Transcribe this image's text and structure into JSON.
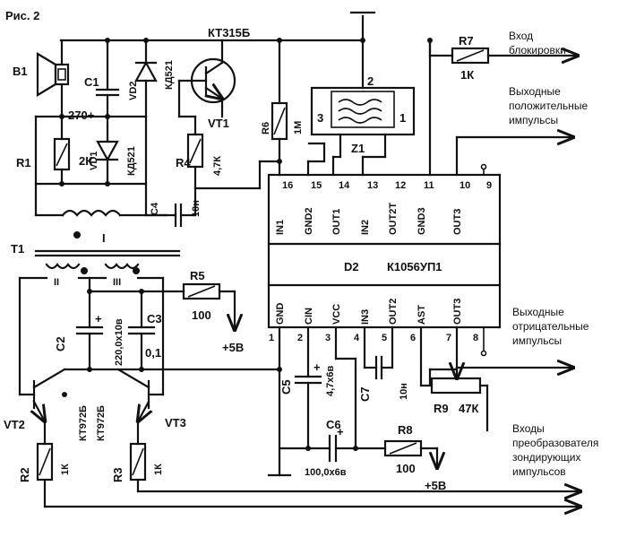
{
  "title": "Рис. 2",
  "ic": {
    "ref": "D2",
    "name": "К1056УП1",
    "top_pins": [
      {
        "num": "16",
        "name": "IN1"
      },
      {
        "num": "15",
        "name": "GND2"
      },
      {
        "num": "14",
        "name": "OUT1"
      },
      {
        "num": "13",
        "name": "IN2"
      },
      {
        "num": "12",
        "name": "OUT2T"
      },
      {
        "num": "11",
        "name": "GND3"
      },
      {
        "num": "10",
        "name": "OUT3"
      },
      {
        "num": "9",
        "name": ""
      }
    ],
    "bottom_pins": [
      {
        "num": "1",
        "name": "GND"
      },
      {
        "num": "2",
        "name": "CIN"
      },
      {
        "num": "3",
        "name": "VCC"
      },
      {
        "num": "4",
        "name": "IN3"
      },
      {
        "num": "5",
        "name": "OUT2"
      },
      {
        "num": "6",
        "name": "AST"
      },
      {
        "num": "7",
        "name": "OUT3"
      },
      {
        "num": "8",
        "name": ""
      }
    ]
  },
  "components": {
    "b1": "B1",
    "c1": "C1",
    "c1_val": "270+",
    "vd2": "VD2",
    "vd2_val": "КД521",
    "vd1": "VD1",
    "vd1_val": "КД521",
    "r1": "R1",
    "r1_val": "2К",
    "vt1_type": "КТ315Б",
    "vt1": "VT1",
    "r4": "R4",
    "r4_val": "4,7К",
    "c4": "C4",
    "c4_val": "10н",
    "r6": "R6",
    "r6_val": "1М",
    "z1": "Z1",
    "z1_p1": "1",
    "z1_p2": "2",
    "z1_p3": "3",
    "r7": "R7",
    "r7_val": "1К",
    "t1": "T1",
    "r5": "R5",
    "r5_val": "100",
    "r5_supply": "+5В",
    "c2": "C2",
    "c2_val": "220,0х10в",
    "c3": "C3",
    "c3_val": "0,1",
    "vt2": "VT2",
    "vt3": "VT3",
    "vt2_type": "КТ972Б",
    "vt3_type": "КТ972Б",
    "r2": "R2",
    "r2_val": "1К",
    "r3": "R3",
    "r3_val": "1К",
    "c5": "C5",
    "c5_val": "4,7х6в",
    "c7": "C7",
    "c7_val": "10н",
    "c6": "C6",
    "c6_val": "100,0х6в",
    "r8": "R8",
    "r8_val": "100",
    "r8_supply": "+5В",
    "r9": "R9",
    "r9_val": "47К",
    "plus": "+"
  },
  "signals": {
    "block_1": "Вход",
    "block_2": "блокировки",
    "pos_1": "Выходные",
    "pos_2": "положительные",
    "pos_3": "импульсы",
    "neg_1": "Выходные",
    "neg_2": "отрицательные",
    "neg_3": "импульсы",
    "conv_1": "Входы",
    "conv_2": "преобразователя",
    "conv_3": "зондирующих",
    "conv_4": "импульсов"
  }
}
